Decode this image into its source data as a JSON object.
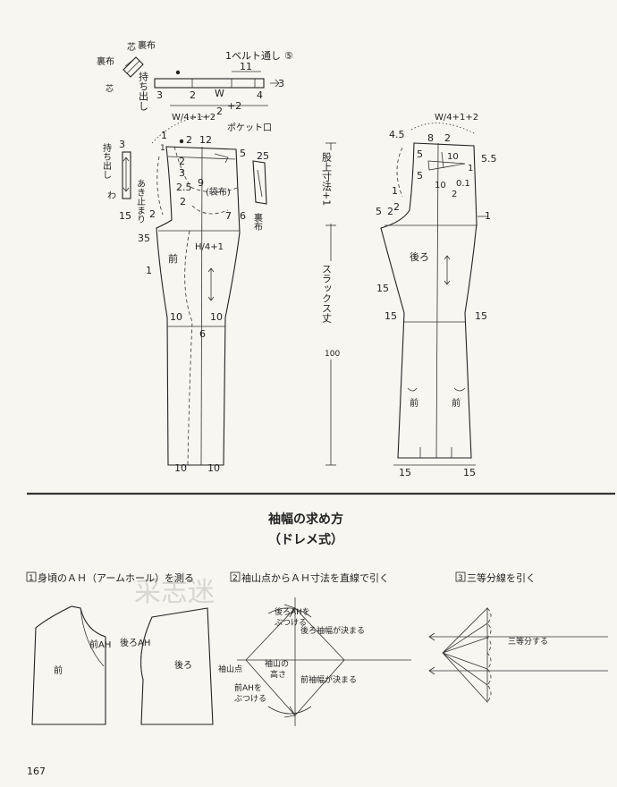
{
  "belt": {
    "ura": "裏布",
    "shin": "芯",
    "ura2": "裏布",
    "shin2": "芯",
    "mochidashi": "持ち出し",
    "loop_label": "1ベルト通し",
    "loop_count": "⑤",
    "n11": "11",
    "n3l": "3",
    "n2": "2",
    "n4": "4",
    "n3r": "3",
    "formula_w": "W",
    "formula_den": "2",
    "formula_plus": "+2"
  },
  "front": {
    "top_formula": "W/4+1+2",
    "pocket": "ポケット口",
    "mochidashi2": "持ち出し",
    "wa": "わ",
    "n3": "3",
    "n15": "15",
    "akidomari": "あき止まり",
    "n1": "1",
    "n1a": "1",
    "n2a": "2",
    "n2b": "2",
    "n5": "5",
    "n12": "12",
    "n9": "9",
    "n3b": "3",
    "n25": "2.5",
    "n2c": "2",
    "n2d": "2",
    "n7": "7",
    "n6": "6",
    "n25b": "25",
    "uranuno": "裏布",
    "mukouzuke": "(袋布)",
    "n35": "35",
    "hip_formula": "H/4+1",
    "mae": "前",
    "n1b": "1",
    "knee_l": "10",
    "knee_r": "10",
    "n6b": "6",
    "hem_l": "10",
    "hem_r": "10"
  },
  "middle": {
    "rise": "股上寸法+1",
    "length": "スラックス丈",
    "length_val": "100"
  },
  "back": {
    "top_formula": "W/4+1+2",
    "n45": "4.5",
    "n8": "8",
    "n2": "2",
    "n5a": "5",
    "n10": "10",
    "n55": "5.5",
    "n5b": "5",
    "n10b": "10",
    "n01": "0.1",
    "n1r": "1",
    "n2c": "2",
    "n1a": "1",
    "n2a": "2",
    "n5c": "5",
    "n2b": "2",
    "n1b": "1",
    "ushiro": "後ろ",
    "n15a": "15",
    "knee_l": "15",
    "knee_r": "15",
    "mae_l": "前",
    "mae_r": "前",
    "hem_l": "15",
    "hem_r": "15"
  },
  "section": {
    "title": "袖幅の求め方",
    "subtitle": "（ドレメ式）"
  },
  "steps": [
    {
      "num": "1",
      "text": "身頃のＡＨ（アームホール）を測る"
    },
    {
      "num": "2",
      "text": "袖山点からＡＨ寸法を直線で引く"
    },
    {
      "num": "3",
      "text": "三等分線を引く"
    }
  ],
  "step1": {
    "mae": "前",
    "mae_ah": "前AH",
    "ushiro_ah": "後ろAH",
    "ushiro": "後ろ"
  },
  "step2": {
    "back_ah": "後ろAHを",
    "back_ah2": "ぶつける",
    "back_width": "後ろ袖幅が決まる",
    "sodeyama_ten": "袖山点",
    "sodeyama_h1": "袖山の",
    "sodeyama_h2": "高さ",
    "front_width": "前袖幅が決まる",
    "front_ah": "前AHを",
    "front_ah2": "ぶつける"
  },
  "step3": {
    "label": "三等分する"
  },
  "watermark": "采志迷",
  "page_number": "167"
}
